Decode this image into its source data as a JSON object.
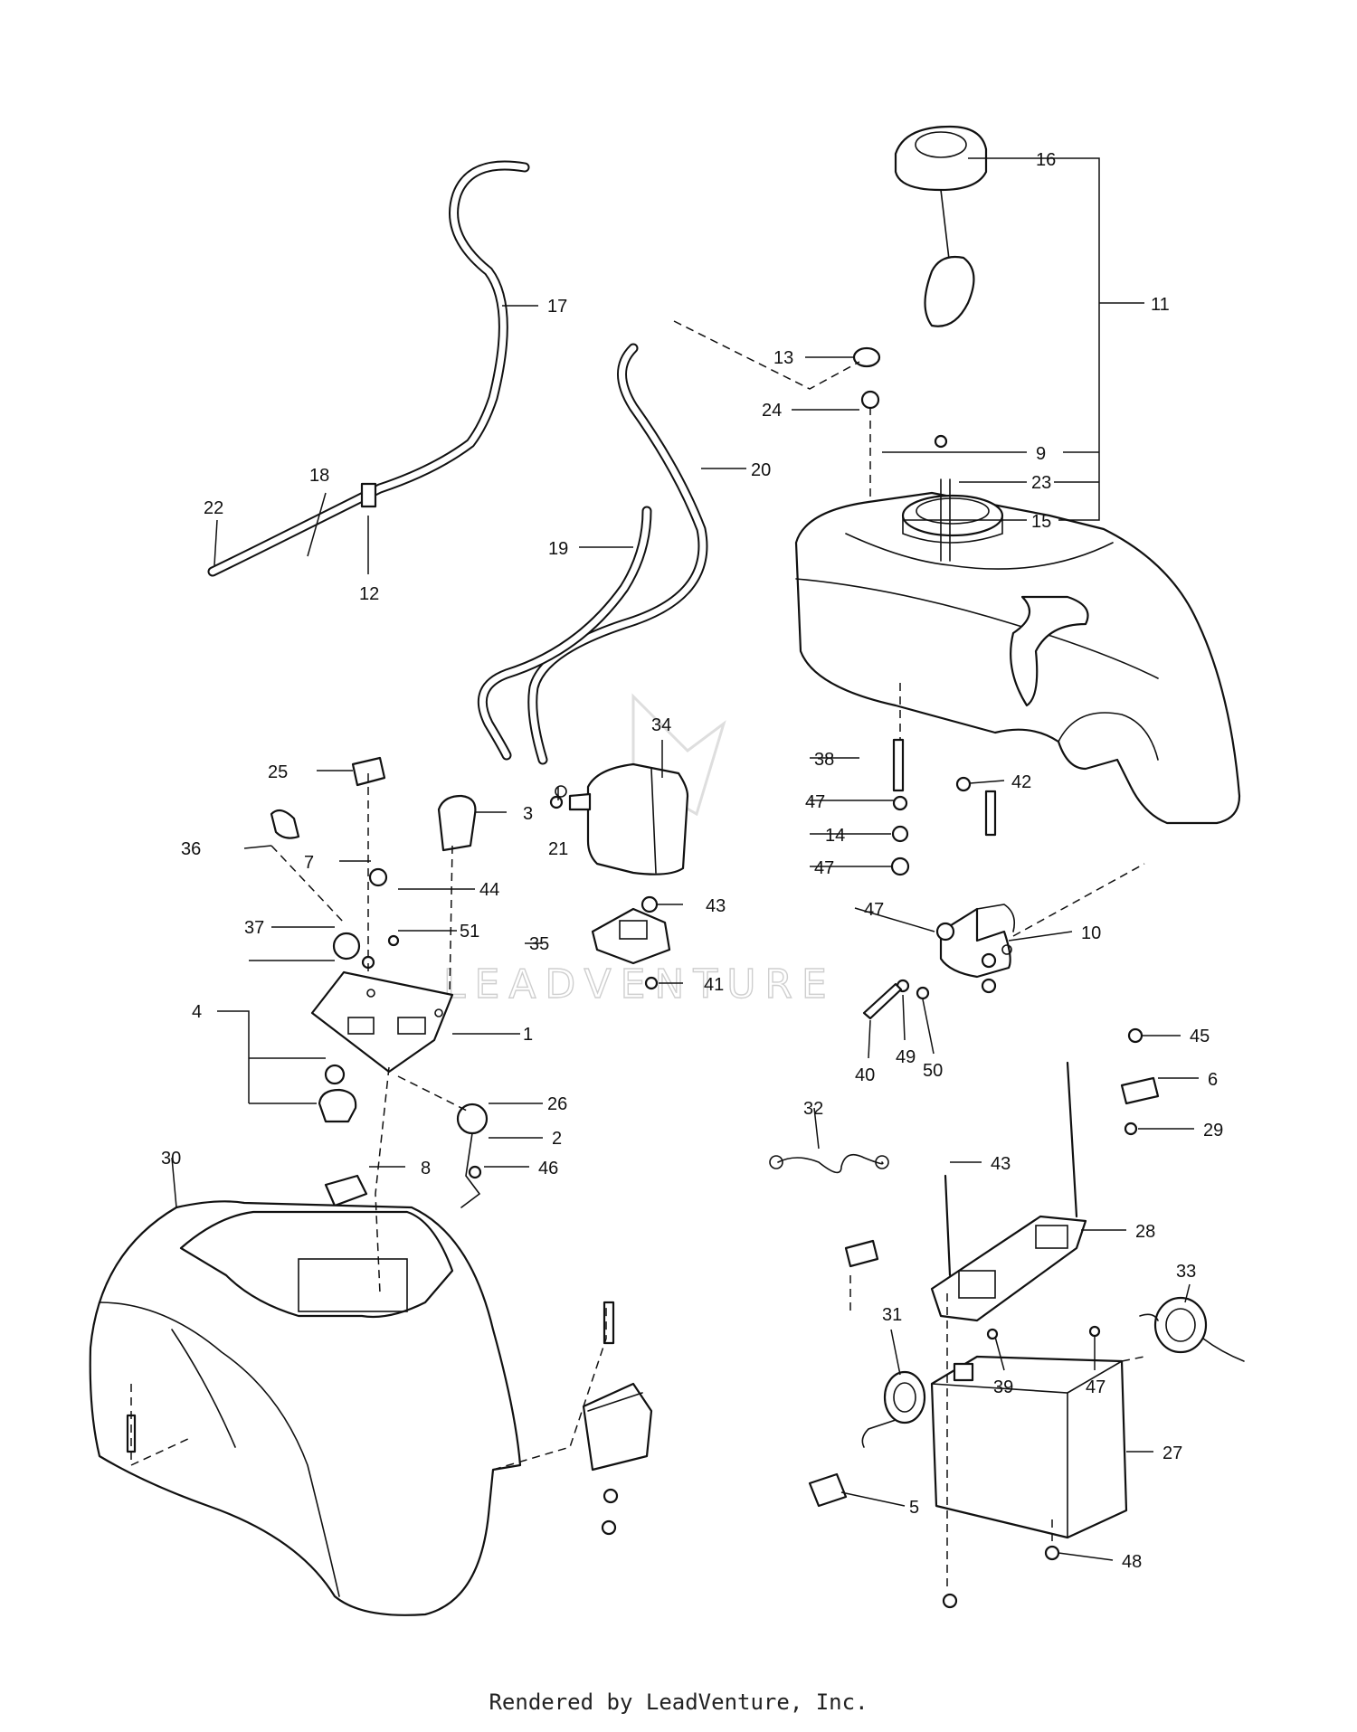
{
  "watermark": "LEADVENTURE",
  "footer": "Rendered by LeadVenture, Inc.",
  "callouts": [
    "1",
    "2",
    "3",
    "4",
    "5",
    "6",
    "7",
    "8",
    "9",
    "10",
    "11",
    "12",
    "13",
    "14",
    "15",
    "16",
    "17",
    "18",
    "19",
    "20",
    "21",
    "22",
    "23",
    "24",
    "25",
    "26",
    "27",
    "28",
    "29",
    "30",
    "31",
    "32",
    "33",
    "34",
    "35",
    "36",
    "37",
    "38",
    "39",
    "40",
    "41",
    "42",
    "43",
    "44",
    "45",
    "46",
    "47",
    "48",
    "49",
    "50",
    "51"
  ],
  "colors": {
    "line": "#111111",
    "paper": "#ffffff",
    "watermark": "#cfcfcf"
  }
}
